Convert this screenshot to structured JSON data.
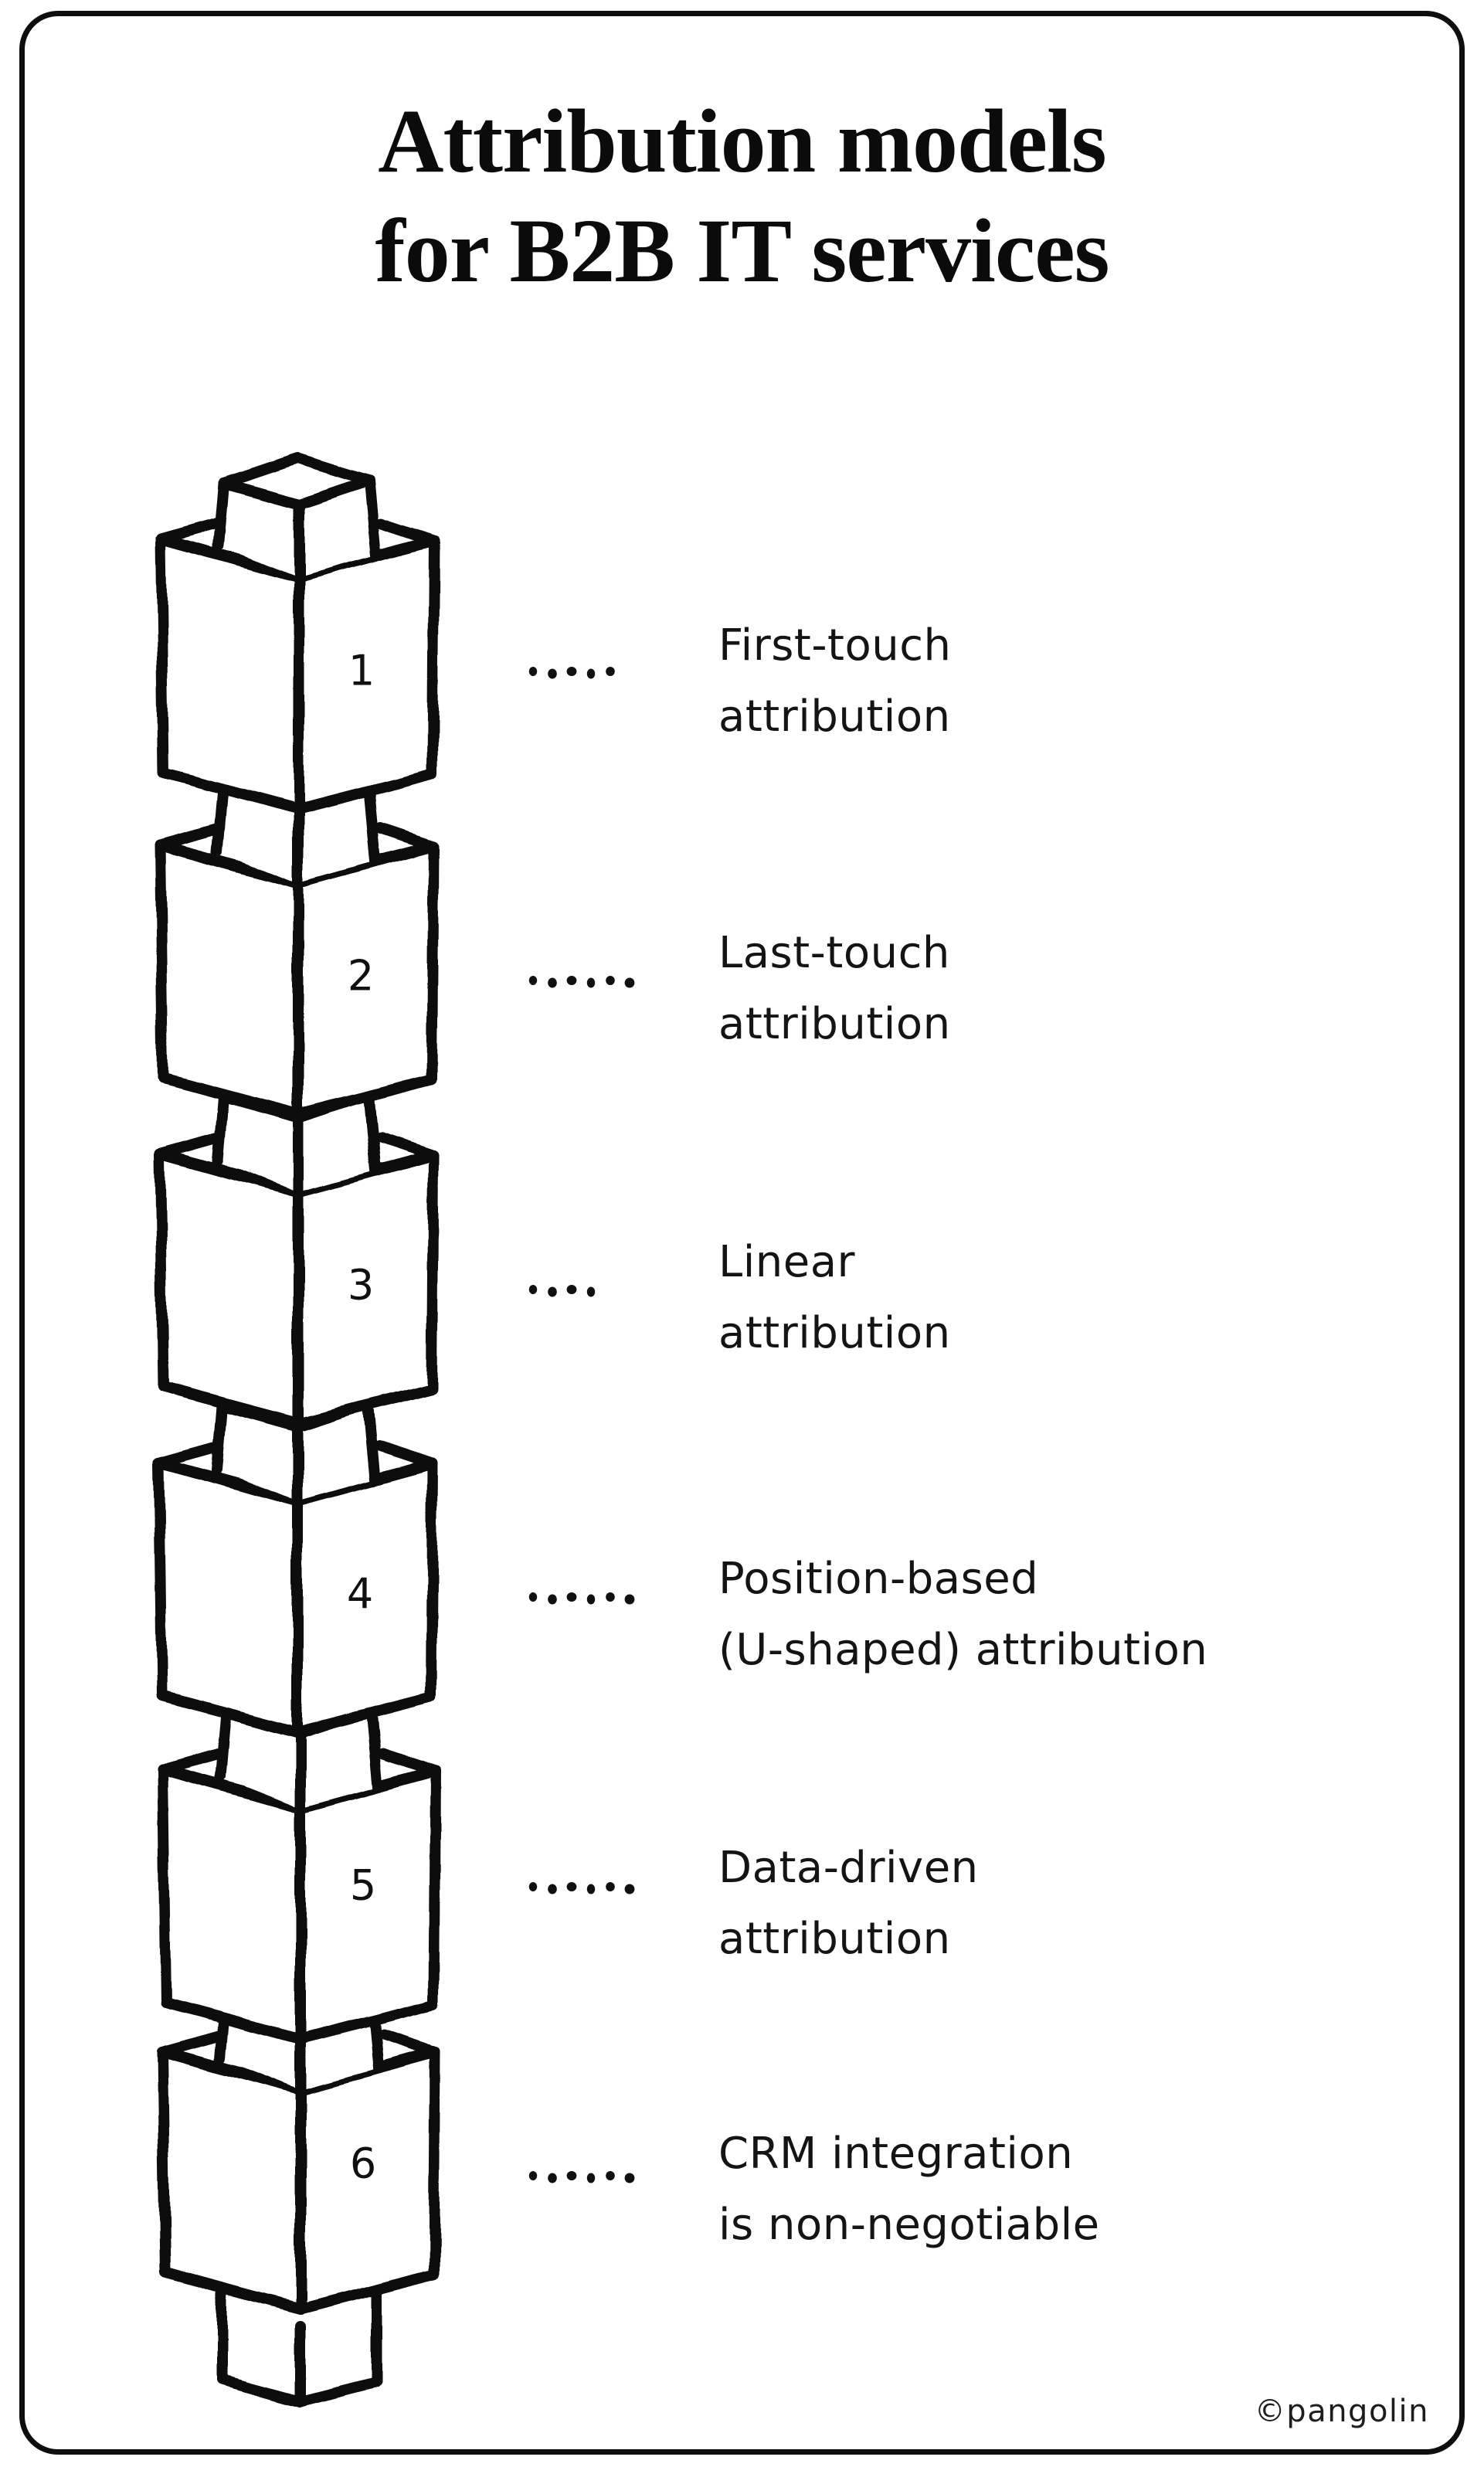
{
  "title": {
    "line1": "Attribution models",
    "line2": "for B2B IT services"
  },
  "watermark": "©pangolin",
  "diagram": {
    "description": "Stack of six interlocking toy blocks numbered 1-6, each with dotted leader to its attribution model name",
    "colors": {
      "ink": "#101010",
      "paper": "#ffffff"
    },
    "blocks": [
      {
        "number": "1",
        "dots": 5,
        "label_line1": "First-touch",
        "label_line2": "attribution"
      },
      {
        "number": "2",
        "dots": 6,
        "label_line1": "Last-touch",
        "label_line2": "attribution"
      },
      {
        "number": "3",
        "dots": 4,
        "label_line1": "Linear",
        "label_line2": "attribution"
      },
      {
        "number": "4",
        "dots": 6,
        "label_line1": "Position-based",
        "label_line2": "(U-shaped) attribution"
      },
      {
        "number": "5",
        "dots": 6,
        "label_line1": "Data-driven",
        "label_line2": "attribution"
      },
      {
        "number": "6",
        "dots": 6,
        "label_line1": "CRM integration",
        "label_line2": "is non-negotiable"
      }
    ]
  }
}
